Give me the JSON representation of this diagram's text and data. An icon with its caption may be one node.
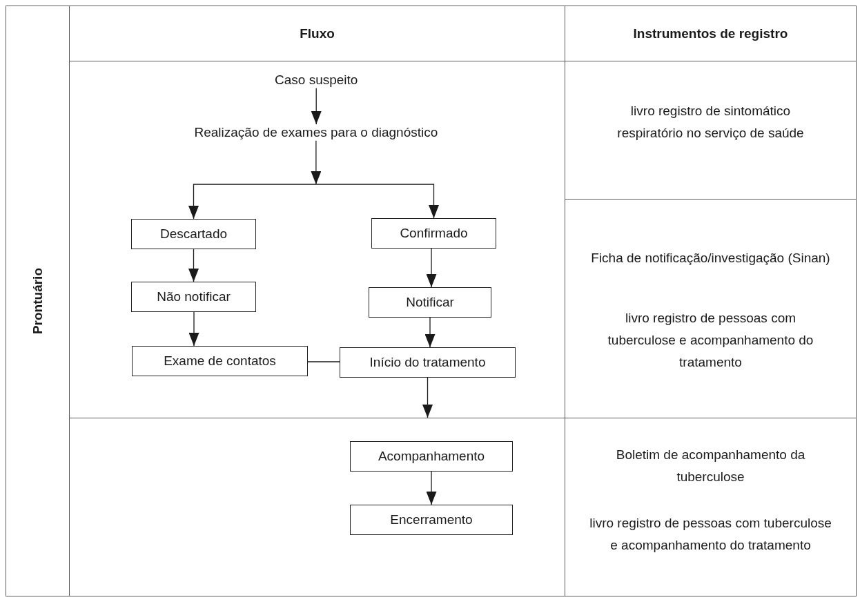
{
  "diagram": {
    "nodes": [
      {
        "text": [
          "Prontuário"
        ]
      },
      {
        "text": [
          "Fluxo"
        ]
      },
      {
        "text": [
          "Instrumentos de registro"
        ]
      },
      {
        "text": [],
        "shape": "box"
      },
      {
        "text": [
          "Caso suspeito"
        ],
        "in": 3
      },
      {
        "text": [
          "Realização de exames para o diagnóstico"
        ],
        "in": 3
      },
      {
        "text": [
          "Descartado"
        ],
        "in": 3
      },
      {
        "text": [
          "Confirmado"
        ],
        "in": 3
      },
      {
        "text": [
          "Não notificar"
        ],
        "in": 3
      },
      {
        "text": [
          "Notificar"
        ],
        "in": 3
      },
      {
        "text": [
          "Exame de contatos"
        ],
        "in": 3
      },
      {
        "text": [
          "Início do tratamento"
        ],
        "in": 3
      },
      {
        "text": [
          "livro registro de sintomático respiratório no serviço de saúde"
        ]
      },
      {
        "text": [
          "Ficha de notificação/investigação (Sinan)",
          "livro registro de pessoas com tuberculose e acompanhamento do tratamento"
        ]
      },
      {
        "text": [],
        "shape": "box"
      },
      {
        "text": [
          "Acompanhamento"
        ],
        "in": 14
      },
      {
        "text": [
          "Encerramento"
        ],
        "in": 14
      },
      {
        "text": [
          "Boletim de acompanhamento da tuberculose",
          "livro registro de pessoas com tuberculose e acompanhamento do tratamento"
        ]
      }
    ],
    "edges": [
      {
        "from": 4,
        "to": 5,
        "arrow": "to"
      },
      {
        "from": 5,
        "to": 6,
        "arrow": "to"
      },
      {
        "from": 5,
        "to": 7,
        "arrow": "to"
      },
      {
        "from": 6,
        "to": 8,
        "arrow": "to"
      },
      {
        "from": 8,
        "to": 10,
        "arrow": "to"
      },
      {
        "from": 7,
        "to": 9,
        "arrow": "to"
      },
      {
        "from": 9,
        "to": 11,
        "arrow": "to"
      },
      {
        "from": 10,
        "to": 11,
        "arrow": "none"
      },
      {
        "from": 11,
        "to": 14,
        "arrow": "to"
      },
      {
        "from": 15,
        "to": 16,
        "arrow": "to"
      }
    ]
  }
}
